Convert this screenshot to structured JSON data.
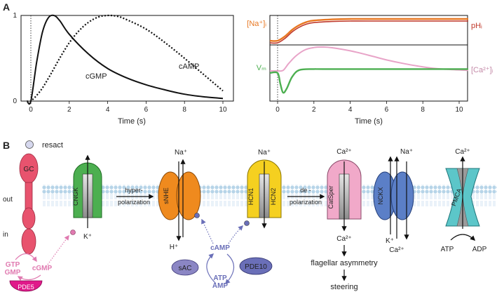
{
  "panel_a": {
    "label": "A",
    "left_chart": {
      "y_ticks": [
        "1",
        "0"
      ],
      "x_ticks": [
        "0",
        "2",
        "4",
        "6",
        "8",
        "10"
      ],
      "xlabel": "Time (s)",
      "curve_labels": {
        "cgmp": "cGMP",
        "camp": "cAMP"
      }
    },
    "right_chart": {
      "x_ticks": [
        "0",
        "2",
        "4",
        "6",
        "8",
        "10"
      ],
      "xlabel": "Time (s)",
      "trace_labels": {
        "na": "[Na⁺]ᵢ",
        "ph": "pHᵢ",
        "vm": "Vₘ",
        "ca": "[Ca²⁺]ᵢ"
      }
    }
  },
  "chart_data": [
    {
      "type": "line",
      "x_range": [
        0,
        10
      ],
      "ylim": [
        0,
        1
      ],
      "xlabel": "Time (s)",
      "series": [
        {
          "name": "cGMP",
          "style": "solid",
          "x": [
            -0.2,
            0,
            0.3,
            0.6,
            0.9,
            1.2,
            1.5,
            2,
            3,
            4,
            5,
            6,
            7,
            8,
            9,
            10
          ],
          "y": [
            0,
            0,
            0.45,
            0.8,
            0.97,
            1.0,
            0.94,
            0.78,
            0.55,
            0.38,
            0.27,
            0.19,
            0.13,
            0.08,
            0.05,
            0.03
          ]
        },
        {
          "name": "cAMP",
          "style": "dotted",
          "x": [
            -0.2,
            0,
            0.5,
            1,
            1.5,
            2,
            2.5,
            3,
            3.5,
            4,
            4.5,
            5,
            6,
            7,
            8,
            9,
            10
          ],
          "y": [
            0,
            0,
            0.12,
            0.3,
            0.5,
            0.68,
            0.82,
            0.92,
            0.98,
            1.0,
            0.99,
            0.95,
            0.84,
            0.68,
            0.5,
            0.31,
            0.12
          ]
        }
      ]
    },
    {
      "type": "line",
      "x_range": [
        0,
        10.5
      ],
      "xlabel": "Time (s)",
      "series": [
        {
          "name": "[Na⁺]ᵢ",
          "color": "#e87722",
          "x": [
            -0.5,
            0,
            0.4,
            0.8,
            1.2,
            1.6,
            2,
            3,
            4,
            5,
            10.5
          ],
          "y": [
            0,
            0,
            0.2,
            0.5,
            0.72,
            0.86,
            0.93,
            0.98,
            1.0,
            1.0,
            1.0
          ]
        },
        {
          "name": "pHᵢ",
          "color": "#c0392b",
          "x": [
            -0.5,
            0,
            0.4,
            0.8,
            1.2,
            1.6,
            2,
            3,
            4,
            5,
            10.5
          ],
          "y": [
            0,
            0,
            0.2,
            0.5,
            0.72,
            0.86,
            0.93,
            0.98,
            1.0,
            1.0,
            1.0
          ]
        },
        {
          "name": "[Ca²⁺]ᵢ",
          "color": "#e8a4c8",
          "x": [
            -0.5,
            0,
            0.3,
            0.6,
            1,
            1.5,
            2,
            2.5,
            3,
            4,
            5,
            6,
            7,
            8,
            9,
            10.5
          ],
          "y": [
            0,
            0,
            0.02,
            0.3,
            0.62,
            0.88,
            0.98,
            1.0,
            0.97,
            0.84,
            0.66,
            0.46,
            0.3,
            0.17,
            0.08,
            0.02
          ]
        },
        {
          "name": "Vₘ",
          "color": "#4caf50",
          "x": [
            -0.5,
            0,
            0.15,
            0.3,
            0.5,
            0.8,
            1.2,
            2,
            3,
            10.5
          ],
          "y": [
            0,
            0,
            -0.55,
            -1.0,
            -0.8,
            -0.2,
            0.15,
            0.2,
            0.2,
            0.2
          ]
        }
      ]
    }
  ],
  "panel_b": {
    "label": "B",
    "membrane_labels": {
      "out": "out",
      "in": "in"
    },
    "resact": "resact",
    "gc": "GC",
    "cngk": "CNGK",
    "k_top": "K⁺",
    "hyperpolarization": [
      "hyper-",
      "polarization"
    ],
    "snhe": "sNHE",
    "na_snhe": "Na⁺",
    "h_plus": "H⁺",
    "hcn1": "HCN1",
    "hcn2": "HCN2",
    "na_hcn": "Na⁺",
    "depolarization": [
      "de -",
      "polarization"
    ],
    "catsper": "CatSper",
    "ca_top": "Ca²⁺",
    "ca_bottom": "Ca²⁺",
    "flagellar": "flagellar asymmetry",
    "steering": "steering",
    "nckx": "NCKX",
    "na_nckx": "Na⁺",
    "k_nckx": "K⁺",
    "ca_nckx": "Ca²⁺",
    "pmca": "PMCA",
    "ca_pmca": "Ca²⁺",
    "atp_pmca": "ATP",
    "adp_pmca": "ADP",
    "gtp": "GTP",
    "gmp": "GMP",
    "cgmp": "cGMP",
    "pde5": "PDE5",
    "camp": "cAMP",
    "sac": "sAC",
    "pde10": "PDE10",
    "atp": "ATP",
    "amp": "AMP"
  },
  "colors": {
    "gc": "#e8536e",
    "cngk": "#4caf50",
    "snhe": "#ef8a1e",
    "hcn": "#f5d020",
    "catsper": "#f1a9c9",
    "nckx": "#5b7fc7",
    "pmca": "#5cc6c9",
    "pde5": "#e0198a",
    "cgmp_text": "#e07ab0",
    "camp_text": "#6a6fb8",
    "sac": "#8b86c4",
    "pde10": "#6a6fb8",
    "membrane": "#b6d4e8"
  }
}
